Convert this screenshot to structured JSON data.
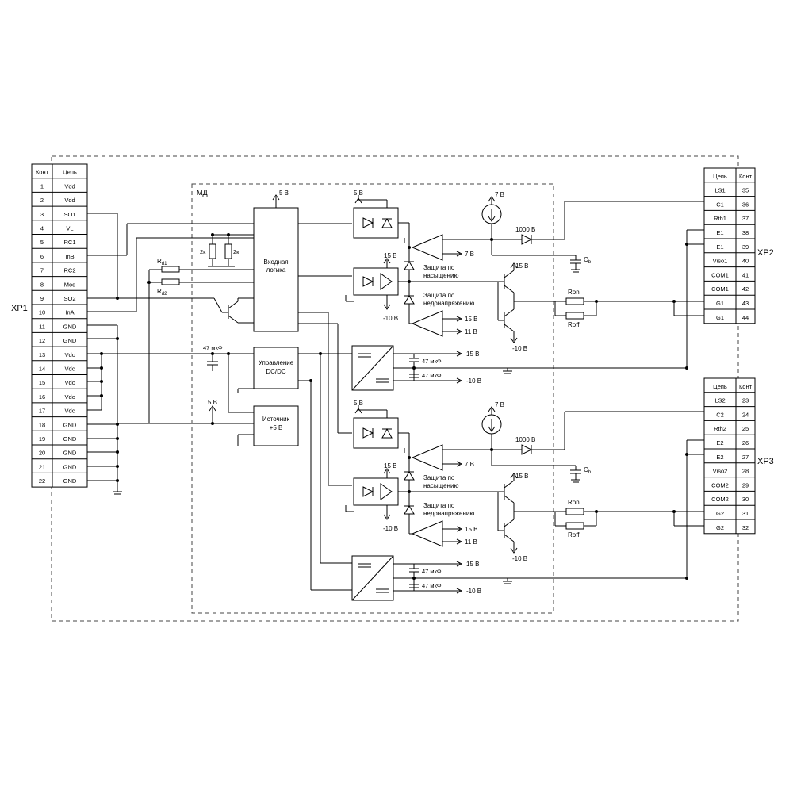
{
  "connectors": {
    "xp1": {
      "label": "XP1",
      "header": [
        "Конт",
        "Цепь"
      ],
      "rows": [
        [
          "1",
          "Vdd"
        ],
        [
          "2",
          "Vdd"
        ],
        [
          "3",
          "SO1"
        ],
        [
          "4",
          "VL"
        ],
        [
          "5",
          "RC1"
        ],
        [
          "6",
          "InB"
        ],
        [
          "7",
          "RC2"
        ],
        [
          "8",
          "Mod"
        ],
        [
          "9",
          "SO2"
        ],
        [
          "10",
          "InA"
        ],
        [
          "11",
          "GND"
        ],
        [
          "12",
          "GND"
        ],
        [
          "13",
          "Vdc"
        ],
        [
          "14",
          "Vdc"
        ],
        [
          "15",
          "Vdc"
        ],
        [
          "16",
          "Vdc"
        ],
        [
          "17",
          "Vdc"
        ],
        [
          "18",
          "GND"
        ],
        [
          "19",
          "GND"
        ],
        [
          "20",
          "GND"
        ],
        [
          "21",
          "GND"
        ],
        [
          "22",
          "GND"
        ]
      ]
    },
    "xp2": {
      "label": "XP2",
      "header": [
        "Цепь",
        "Конт"
      ],
      "rows": [
        [
          "LS1",
          "35"
        ],
        [
          "C1",
          "36"
        ],
        [
          "Rth1",
          "37"
        ],
        [
          "E1",
          "38"
        ],
        [
          "E1",
          "39"
        ],
        [
          "Viso1",
          "40"
        ],
        [
          "COM1",
          "41"
        ],
        [
          "COM1",
          "42"
        ],
        [
          "G1",
          "43"
        ],
        [
          "G1",
          "44"
        ]
      ]
    },
    "xp3": {
      "label": "XP3",
      "header": [
        "Цепь",
        "Конт"
      ],
      "rows": [
        [
          "LS2",
          "23"
        ],
        [
          "C2",
          "24"
        ],
        [
          "Rth2",
          "25"
        ],
        [
          "E2",
          "26"
        ],
        [
          "E2",
          "27"
        ],
        [
          "Viso2",
          "28"
        ],
        [
          "COM2",
          "29"
        ],
        [
          "COM2",
          "30"
        ],
        [
          "G2",
          "31"
        ],
        [
          "G2",
          "32"
        ]
      ]
    }
  },
  "module": {
    "label": "МД"
  },
  "blocks": {
    "logic": [
      "Входная",
      "логика"
    ],
    "dcdc": [
      "Управление",
      "DC/DC"
    ],
    "psu": [
      "Источник",
      "+5 В"
    ]
  },
  "labels": {
    "v5": "5 В",
    "v7": "7 В",
    "v15": "15 В",
    "v11": "11 В",
    "vm10": "-10 В",
    "v1000": "1000 В",
    "cap47": "47 мкФ",
    "r2k": "2к",
    "rd1_r": "R",
    "rd1_sub": "d1",
    "rd2_r": "R",
    "rd2_sub": "d2",
    "cb_c": "C",
    "cb_sub": "b",
    "ron": "Ron",
    "roff": "Roff",
    "sat": [
      "Защита по",
      "насыщению"
    ],
    "under": [
      "Защита по",
      "недонапряжению"
    ]
  }
}
